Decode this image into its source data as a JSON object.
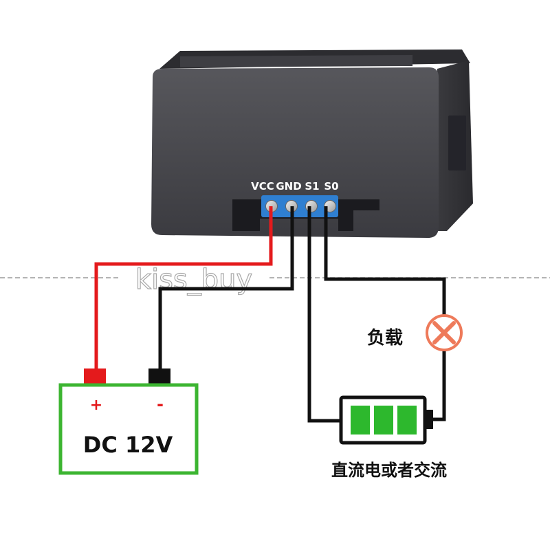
{
  "module": {
    "terminal_labels": [
      "VCC",
      "GND",
      "S1",
      "S0"
    ]
  },
  "power_supply": {
    "label": "DC 12V",
    "positive": "+",
    "negative": "-"
  },
  "load": {
    "label": "负载",
    "icon": "x-circle-icon"
  },
  "load_supply": {
    "label": "直流电或者交流",
    "icon": "battery-icon"
  },
  "watermark": {
    "text": "kiss_buy"
  },
  "colors": {
    "wire_positive": "#e41a1c",
    "wire_negative": "#111111",
    "supply_outline": "#3cb531",
    "battery_fill": "#2db82d",
    "load_icon": "#ee7a5a",
    "module_body": "#46464b",
    "terminal_block": "#2f7fd1"
  }
}
